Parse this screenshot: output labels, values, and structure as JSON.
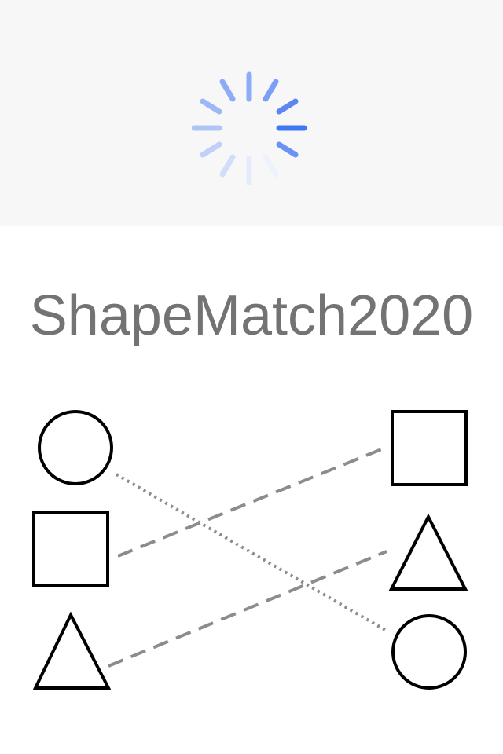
{
  "app": {
    "title": "ShapeMatch2020"
  },
  "loading": {
    "indicator_icon": "loading-spinner-icon",
    "accent_color": "#3f78f2",
    "background_color": "#f7f7f7"
  },
  "illustration": {
    "left_column": [
      "circle",
      "square",
      "triangle"
    ],
    "right_column": [
      "square",
      "triangle",
      "circle"
    ],
    "connections": [
      {
        "from": "circle",
        "to": "circle",
        "style": "dotted"
      },
      {
        "from": "square",
        "to": "square",
        "style": "dashed"
      },
      {
        "from": "triangle",
        "to": "triangle",
        "style": "dashed"
      }
    ],
    "shape_color": "#000000",
    "connector_color": "#8c8c8c"
  }
}
